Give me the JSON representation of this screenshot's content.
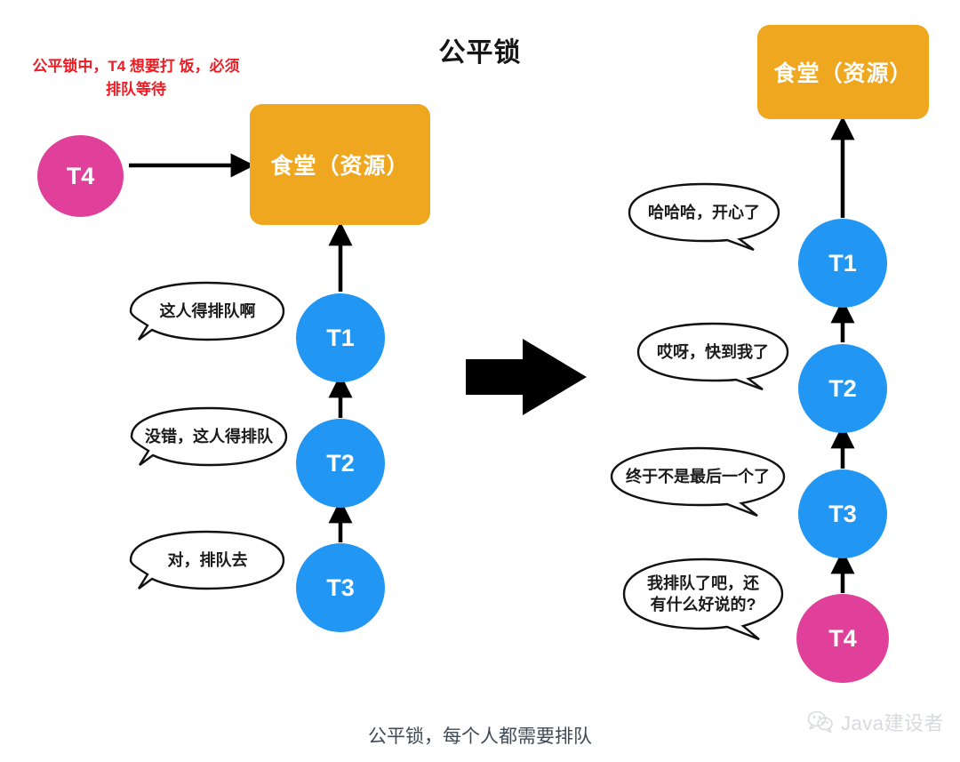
{
  "title": "公平锁",
  "annotation": {
    "red_note": "公平锁中，T4 想要打\n饭，必须排队等待"
  },
  "caption": "公平锁，每个人都需要排队",
  "watermark": {
    "icon": "wechat-icon",
    "text": "Java建设者"
  },
  "colors": {
    "resource": "#eea71e",
    "thread_blue": "#2196f3",
    "thread_pink": "#e0409a",
    "note_red": "#ec1c24",
    "arrow": "#000000",
    "caption": "#3f4a56"
  },
  "left_scene": {
    "resource_label": "食堂（资源）",
    "waiting_thread": {
      "label": "T4",
      "color": "pink"
    },
    "queue": [
      {
        "label": "T1",
        "color": "blue",
        "bubble": "这人得排队啊"
      },
      {
        "label": "T2",
        "color": "blue",
        "bubble": "没错，这人得排队"
      },
      {
        "label": "T3",
        "color": "blue",
        "bubble": "对，排队去"
      }
    ]
  },
  "transition": {
    "icon": "right-arrow-icon"
  },
  "right_scene": {
    "resource_label": "食堂（资源）",
    "queue": [
      {
        "label": "T1",
        "color": "blue",
        "bubble": "哈哈哈，开心了"
      },
      {
        "label": "T2",
        "color": "blue",
        "bubble": "哎呀，快到我了"
      },
      {
        "label": "T3",
        "color": "blue",
        "bubble": "终于不是最后一个了"
      },
      {
        "label": "T4",
        "color": "pink",
        "bubble": "我排队了吧，还\n有什么好说的?"
      }
    ]
  }
}
